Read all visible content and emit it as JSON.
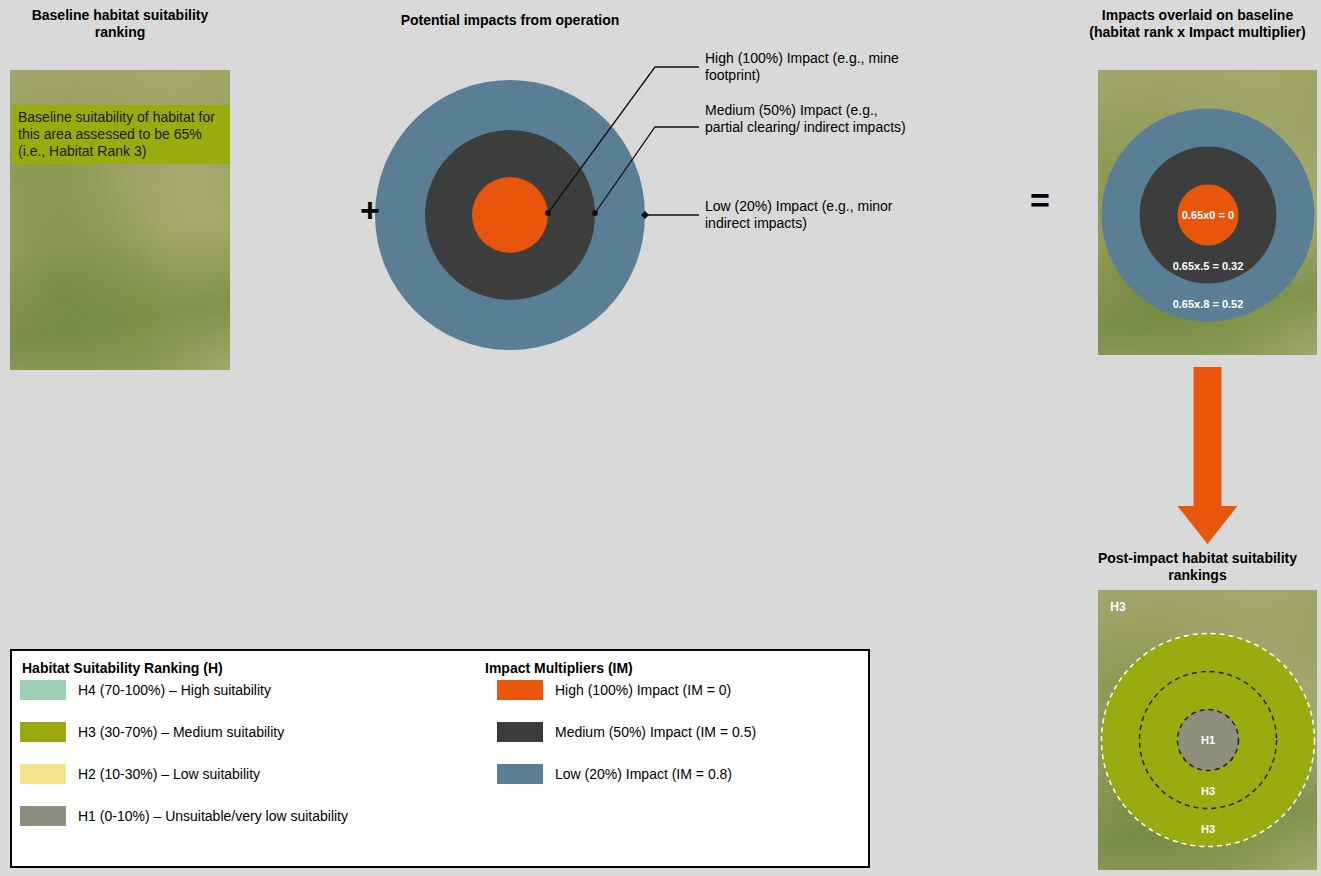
{
  "diagram": {
    "nodes": [
      {
        "text": [
          "Baseline habitat suitability ranking"
        ]
      },
      {
        "text": [
          "Baseline suitability of habitat for this area assessed to be 65% (i.e., Habitat Rank 3)"
        ],
        "in": 0
      },
      {
        "text": [
          "Impacts overlaid on baseline (habitat rank x Impact multiplier)"
        ]
      },
      {
        "text": [
          "0.65x.8 = 0.52"
        ],
        "in": 2
      },
      {
        "text": [
          "0.65x.5 = 0.32"
        ],
        "in": 3
      },
      {
        "text": [
          "0.65x0 = 0"
        ],
        "in": 4
      },
      {
        "text": [
          "Post-impact habitat suitability rankings",
          "H3"
        ]
      },
      {
        "text": [
          "H3"
        ],
        "in": 6
      },
      {
        "text": [
          "H3"
        ],
        "in": 7
      },
      {
        "text": [
          "H1"
        ],
        "in": 8
      }
    ],
    "edges": [
      {
        "from": 2,
        "to": 6,
        "arrow": "to"
      }
    ],
    "labels": [
      "Potential impacts from operation",
      "High (100%) Impact (e.g., mine footprint)",
      "Medium (50%) Impact (e.g., partial clearing/ indirect impacts)",
      "Low (20%) Impact (e.g., minor indirect impacts)",
      "+",
      "=",
      "Habitat Suitability Ranking (H)",
      "Impact Multipliers (IM)"
    ],
    "legend": [
      {
        "text": "H4 (70-100%) – High suitability",
        "color": "#9fcfb3"
      },
      {
        "text": "H3 (30-70%) – Medium suitability",
        "color": "#99a80f"
      },
      {
        "text": "H2 (10-30%) – Low suitability",
        "color": "#f2e38c"
      },
      {
        "text": "H1 (0-10%) – Unsuitable/very low suitability",
        "color": "#8e8e7c"
      },
      {
        "text": "High (100%) Impact (IM = 0)",
        "color": "#e8560c"
      },
      {
        "text": "Medium (50%) Impact (IM = 0.5)",
        "color": "#3a3c3a"
      },
      {
        "text": "Low (20%) Impact (IM = 0.8)",
        "color": "#5a7f95"
      }
    ]
  }
}
